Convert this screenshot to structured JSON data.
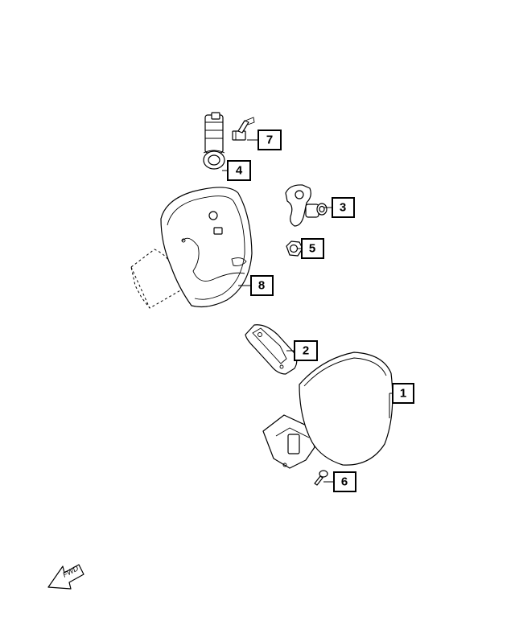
{
  "diagram": {
    "callouts": [
      {
        "id": "1",
        "label": "1"
      },
      {
        "id": "2",
        "label": "2"
      },
      {
        "id": "3",
        "label": "3"
      },
      {
        "id": "4",
        "label": "4"
      },
      {
        "id": "5",
        "label": "5"
      },
      {
        "id": "6",
        "label": "6"
      },
      {
        "id": "7",
        "label": "7"
      },
      {
        "id": "8",
        "label": "8"
      }
    ],
    "direction_indicator": {
      "label": "FWD",
      "icon": "forward-arrow-icon"
    }
  }
}
